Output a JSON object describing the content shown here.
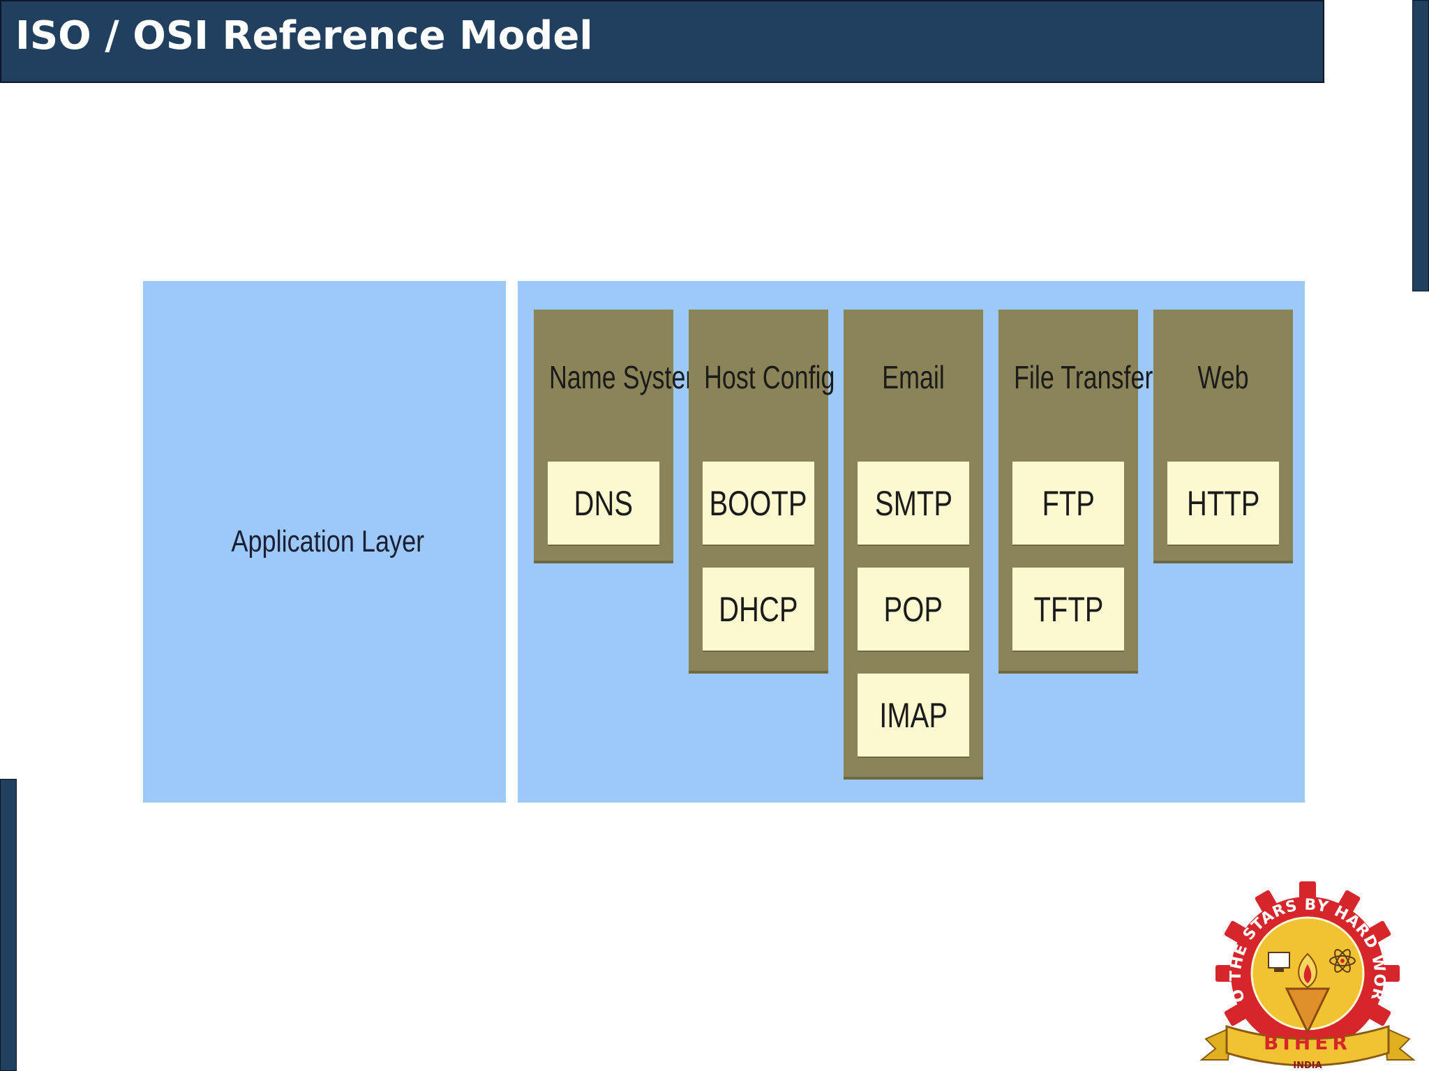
{
  "title": "ISO / OSI Reference Model",
  "diagram": {
    "layer_label": "Application Layer",
    "columns": [
      {
        "title": "Name System",
        "protocols": [
          "DNS"
        ]
      },
      {
        "title": "Host Config",
        "protocols": [
          "BOOTP",
          "DHCP"
        ]
      },
      {
        "title": "Email",
        "protocols": [
          "SMTP",
          "POP",
          "IMAP"
        ]
      },
      {
        "title": "File Transfer",
        "protocols": [
          "FTP",
          "TFTP"
        ]
      },
      {
        "title": "Web",
        "protocols": [
          "HTTP"
        ]
      }
    ]
  },
  "logo": {
    "ring_text": "TO THE STARS BY HARD WORK",
    "banner_text": "BIHER",
    "sub_text": "INDIA"
  },
  "colors": {
    "title_bar": "#213f5e",
    "panel_blue": "#9cc9f7",
    "column_olive": "#8c8459",
    "protocol_box": "#fcf8cf"
  }
}
